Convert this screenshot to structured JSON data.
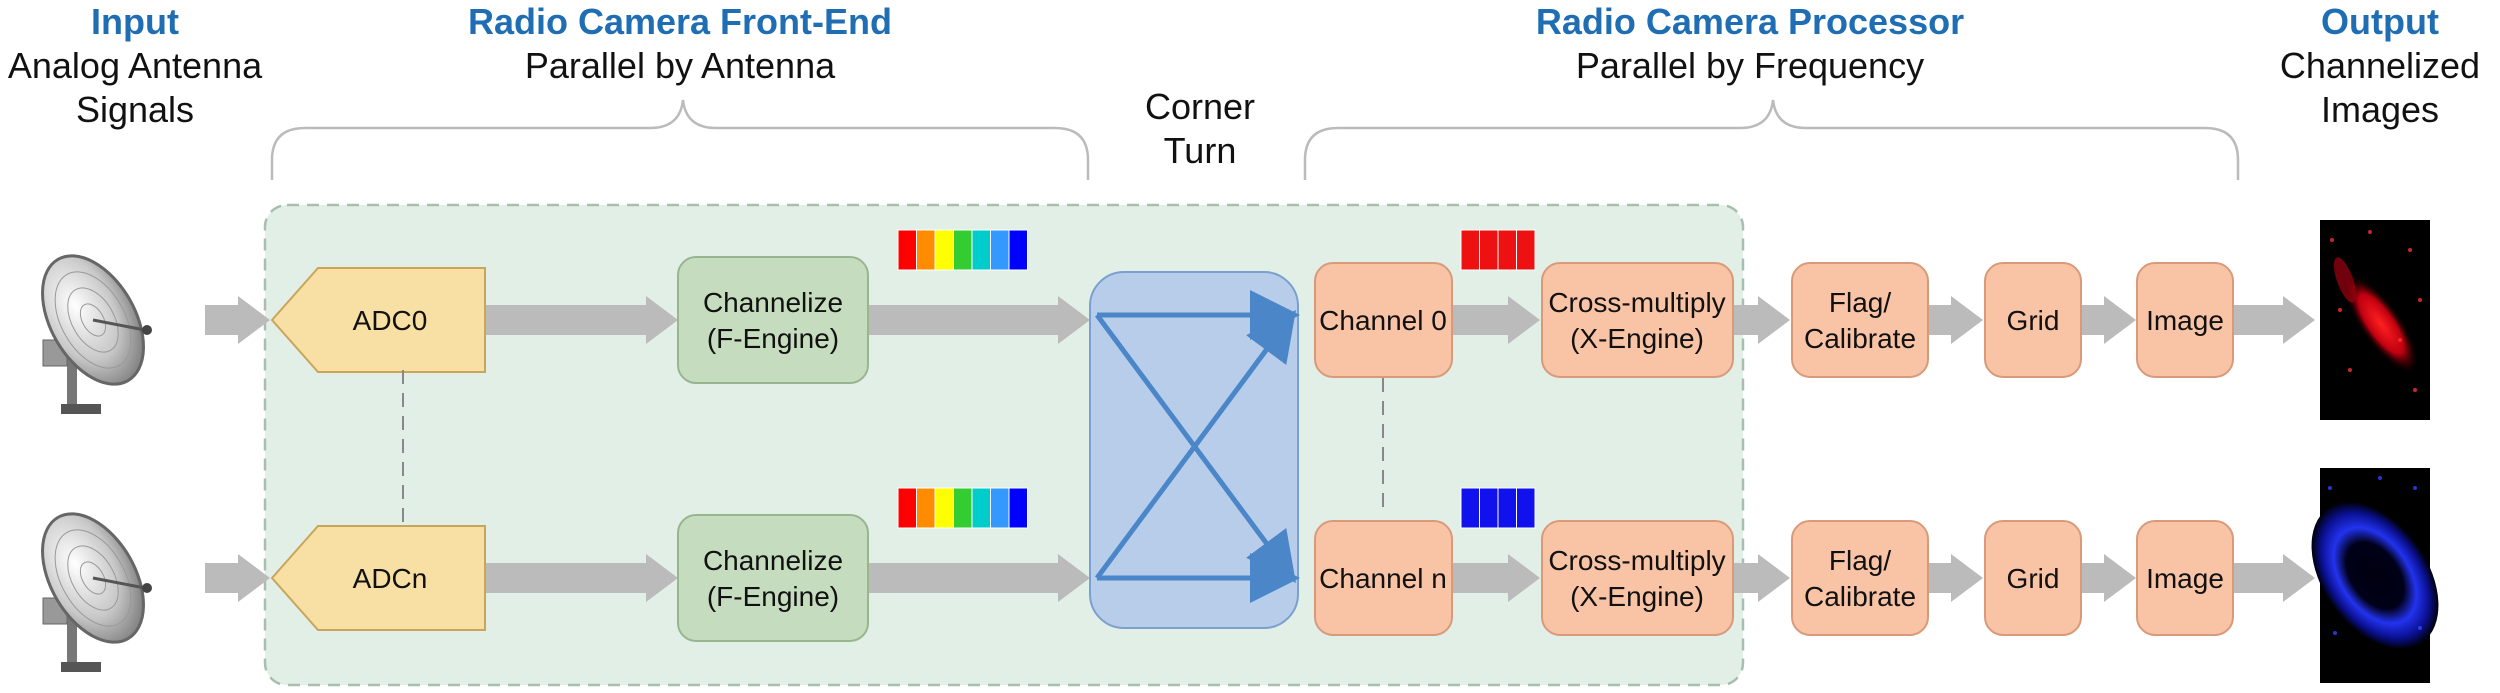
{
  "headers": {
    "input": {
      "title": "Input",
      "line1": "Analog Antenna",
      "line2": "Signals"
    },
    "front_end": {
      "title": "Radio Camera Front-End",
      "subtitle": "Parallel by Antenna"
    },
    "corner_turn": {
      "line1": "Corner",
      "line2": "Turn"
    },
    "processor": {
      "title": "Radio Camera Processor",
      "subtitle": "Parallel by Frequency"
    },
    "output": {
      "title": "Output",
      "line1": "Channelized",
      "line2": "Images"
    }
  },
  "rows": [
    {
      "adc": "ADC0",
      "channelize": [
        "Channelize",
        "(F-Engine)"
      ],
      "channel": "Channel 0",
      "xengine": [
        "Cross-multiply",
        "(X-Engine)"
      ],
      "flag": [
        "Flag/",
        "Calibrate"
      ],
      "grid": "Grid",
      "image": "Image",
      "channel_color": "#ee1111",
      "output_color": "red"
    },
    {
      "adc": "ADCn",
      "channelize": [
        "Channelize",
        "(F-Engine)"
      ],
      "channel": "Channel n",
      "xengine": [
        "Cross-multiply",
        "(X-Engine)"
      ],
      "flag": [
        "Flag/",
        "Calibrate"
      ],
      "grid": "Grid",
      "image": "Image",
      "channel_color": "#1111ee",
      "output_color": "blue"
    }
  ],
  "colors": {
    "title_blue": "#1f6db3",
    "region_fill": "#e2efe6",
    "adc_fill": "#f8dfa3",
    "fengine_fill": "#c6dcbf",
    "processor_fill": "#f9c3a6",
    "corner_fill": "#b7cde9",
    "corner_stroke": "#4a86c8",
    "arrow_gray": "#bbbbbb",
    "spectrum": [
      "#ff0000",
      "#ff8c00",
      "#ffff00",
      "#33cc33",
      "#00cccc",
      "#3399ff",
      "#0000ff"
    ]
  },
  "icons": {
    "antenna": "satellite-dish-icon",
    "output_image": "radio-image-thumbnail"
  }
}
